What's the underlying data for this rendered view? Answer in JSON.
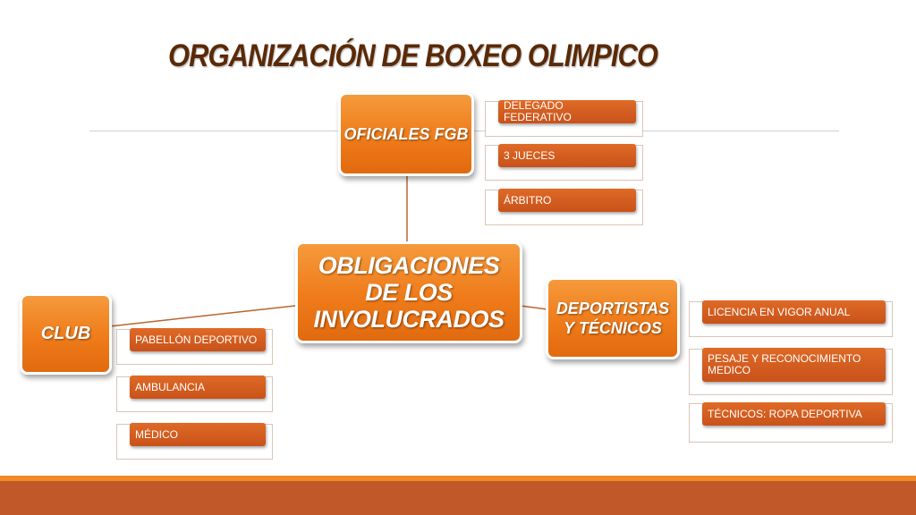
{
  "title": "ORGANIZACIÓN DE BOXEO OLIMPICO",
  "center": {
    "label": "OBLIGACIONES DE LOS INVOLUCRADOS"
  },
  "branches": {
    "oficiales": {
      "label": "OFICIALES FGB",
      "items": [
        "DELEGADO FEDERATIVO",
        "3 JUECES",
        "ÁRBITRO"
      ]
    },
    "club": {
      "label": "CLUB",
      "items": [
        "PABELLÓN DEPORTIVO",
        "AMBULANCIA",
        "MÉDICO"
      ]
    },
    "deportistas": {
      "label": "DEPORTISTAS Y TÉCNICOS",
      "items": [
        "LICENCIA EN VIGOR ANUAL",
        "PESAJE Y RECONOCIMIENTO MEDICO",
        "TÉCNICOS: ROPA DEPORTIVA"
      ]
    }
  },
  "colors": {
    "node_orange": "#ef7b1a",
    "leaf_orange": "#c9521a",
    "title_brown": "#5a2a08",
    "footer": "#c0582a"
  }
}
